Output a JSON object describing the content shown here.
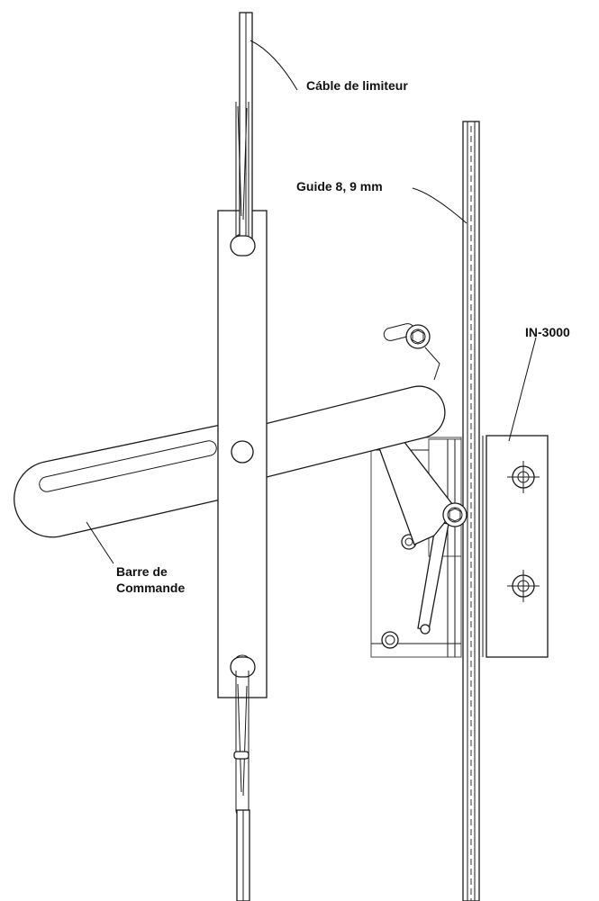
{
  "labels": {
    "cable": "Cáble de limiteur",
    "guide": "Guide 8, 9 mm",
    "model": "IN-3000",
    "bar_line1": "Barre de",
    "bar_line2": "Commande"
  }
}
